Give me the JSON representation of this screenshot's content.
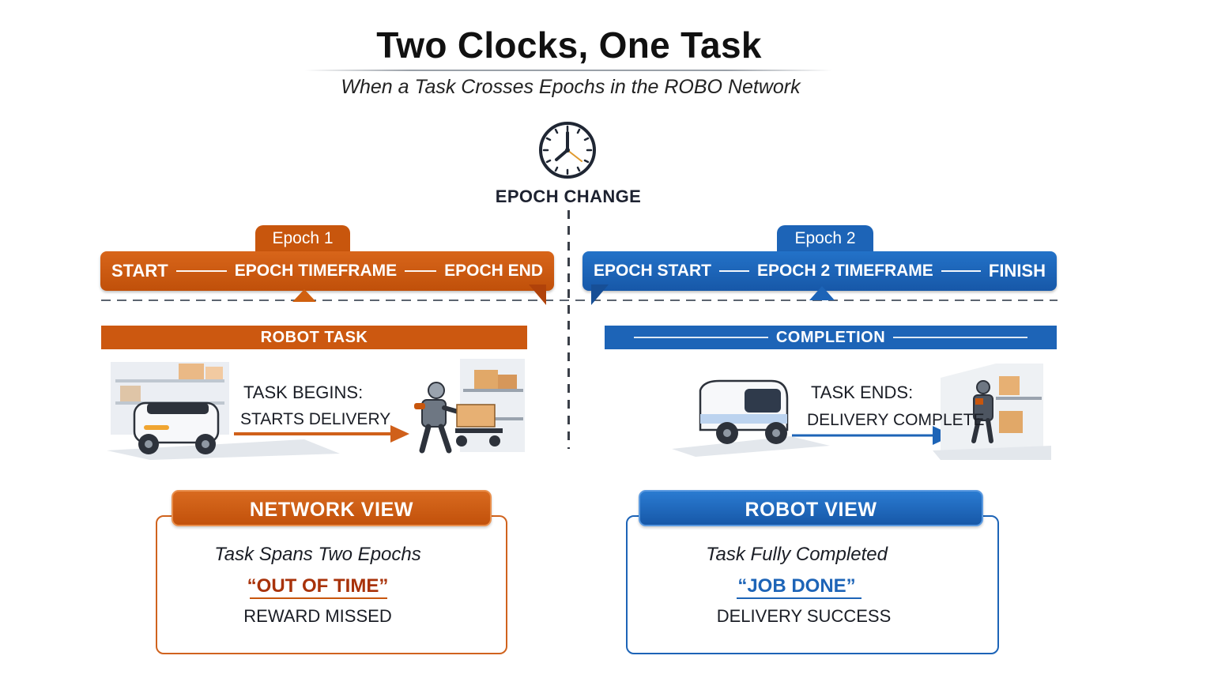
{
  "header": {
    "title": "Two Clocks, One Task",
    "subtitle": "When a Task Crosses Epochs in the ROBO Network"
  },
  "clock": {
    "icon": "clock-icon",
    "label": "EPOCH CHANGE"
  },
  "epoch1": {
    "tab": "Epoch 1",
    "start": "START",
    "middle": "EPOCH TIMEFRAME",
    "end": "EPOCH END",
    "color": "#c8560d"
  },
  "epoch2": {
    "tab": "Epoch 2",
    "start": "EPOCH START",
    "middle": "EPOCH 2 TIMEFRAME",
    "end": "FINISH",
    "color": "#1d64b7"
  },
  "task": {
    "banner": "ROBOT TASK",
    "line1": "TASK BEGINS:",
    "line2": "STARTS DELIVERY"
  },
  "completion": {
    "banner": "COMPLETION",
    "line1": "TASK ENDS:",
    "line2": "DELIVERY COMPLETE"
  },
  "network_view": {
    "title": "NETWORK VIEW",
    "line1": "Task Spans Two Epochs",
    "line2": "“OUT OF TIME”",
    "line3": "REWARD MISSED"
  },
  "robot_view": {
    "title": "ROBOT VIEW",
    "line1": "Task Fully Completed",
    "line2": "“JOB DONE”",
    "line3": "DELIVERY SUCCESS"
  }
}
